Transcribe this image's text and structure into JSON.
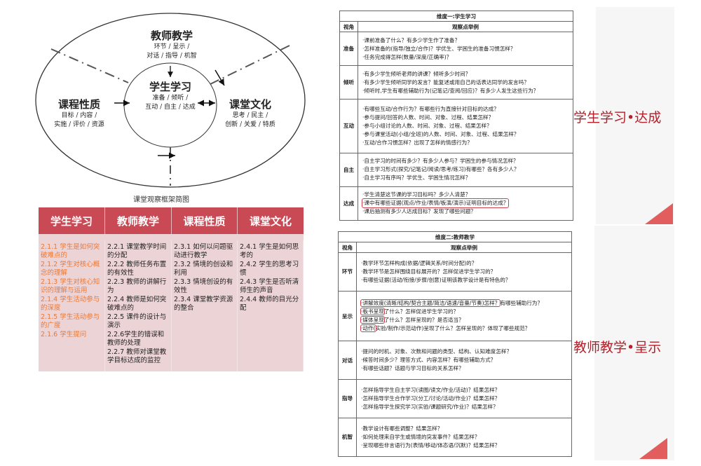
{
  "diagram": {
    "teacher": {
      "title": "教师教学",
      "line1": "环节 / 呈示 /",
      "line2": "对话 / 指导 / 机智"
    },
    "student": {
      "title": "学生学习",
      "line1": "准备 / 倾听 /",
      "line2": "互动 / 自主 / 达成"
    },
    "curriculum": {
      "title": "课程性质",
      "line1": "目标 / 内容 /",
      "line2": "实施 / 评价 / 资源"
    },
    "culture": {
      "title": "课堂文化",
      "line1": "思考 / 民主 /",
      "line2": "创新 / 关爱 / 特质"
    },
    "caption": "课堂观察框架简图"
  },
  "left_table": {
    "headers": [
      "学生学习",
      "教师教学",
      "课程性质",
      "课堂文化"
    ],
    "columns": [
      [
        "2.1.1 学生是如何突破难点的",
        "2.1.2 学生对核心概念的理解",
        "2.1.3 学生对核心知识的理解与运用",
        "2.1.4 学生活动参与的深度",
        "2.1.5 学生活动参与的广度",
        "2.1.6 学生提问"
      ],
      [
        "2.2.1 课堂教学时间的分配",
        "2.2.2 教师任务布置的有效性",
        "2.2.3 教师的讲解行为",
        "2.2.4 教师是如何突破难点的",
        "2.2.5 课件的设计与演示",
        "2.2.6学生的错误和教师的处理",
        "2.2.7 教师对课堂教学目标达成的监控"
      ],
      [
        "2.3.1 如何以问题驱动进行教学",
        "2.3.2 情境的创设和利用",
        "2.3.3 情境创设的有效性",
        "2.3.4 课堂教学资源的整合"
      ],
      [
        "2.4.1 学生是如何思考的",
        "2.4.2 学生的思考习惯",
        "2.4.3 学生是否听清师生的声音",
        "2.4.4 教师的目光分配"
      ]
    ]
  },
  "table1": {
    "title": "维度一:学生学习",
    "col1": "视角",
    "col2": "观察点举例",
    "rows": [
      {
        "k": "准备",
        "items": [
          "·课前准备了什么？有多少学生作了准备？",
          "·怎样准备的(指导/独立/合作)？学优生、学困生的准备习惯怎样？",
          "·任务完成得怎样(数量/深度/正确率)？"
        ]
      },
      {
        "k": "倾听",
        "items": [
          "·有多少学生倾听老师的讲课？倾听多少时间？",
          "·有多少学生倾听同学的发言？能复述或用自己的话表达同学的发言吗？",
          "·倾听时,学生有哪些辅助行为(记笔记/查阅/回应)？有多少人发生这些行为？"
        ]
      },
      {
        "k": "互动",
        "items": [
          "·有哪些互动/合作行为？有哪些行为直接针对目标的达成？",
          "·参与提问/回答的人数、时间、对象、过程、结果怎样？",
          "·参与小组讨论的人数、时间、对象、过程、结果怎样？",
          "·参与课堂活动(小组/全班)的人数、时间、对象、过程、结果怎样？",
          "·互动/合作习惯怎样？出现了怎样的情感行为？"
        ]
      },
      {
        "k": "自主",
        "items": [
          "·自主学习的时间有多少？有多少人参与？学困生的参与情况怎样？",
          "·自主学习形式(探究/记笔记/阅读/思考/练习)有哪些？各有多少人？",
          "·自主学习有序吗？学优生、学困生情况怎样？"
        ]
      },
      {
        "k": "达成",
        "items": [
          "·学生清楚这节课的学习目标吗？多少人清楚？",
          "·课中有哪些证据(观点/作业/表情/板演/演示)证明目标的达成？",
          "·课后抽测有多少人达成目标？发现了哪些问题？"
        ]
      }
    ]
  },
  "table2": {
    "title": "维度二:教师教学",
    "col1": "视角",
    "col2": "观察点举例",
    "rows": [
      {
        "k": "环节",
        "items": [
          "·教学环节怎样构成(依据/逻辑关系/时间分配)的？",
          "·教学环节是怎样围绕目标展开的？怎样促进学生学习的？",
          "·有哪些证据(活动/衔接/步骤/创意)证明该教学设计是有特色的？"
        ]
      },
      {
        "k": "呈示",
        "items": [
          "·讲解效度(清晰/结构/契合主题/简洁/语速/音量/节奏)怎样？",
          "有哪些辅助行为？",
          "·板书呈现",
          "了什么？怎样促进学生学习的？",
          "·媒体呈现",
          "了什么？怎样呈现的？是否适当？",
          "·动作(",
          "实验/制作/示范动作)呈现了什么？怎样呈现的？体现了哪些规范？"
        ]
      },
      {
        "k": "对话",
        "items": [
          "·提问的时机、对象、次数和问题的类型、结构、认知难度怎样？",
          "·候答时间多少？理答方式、内容怎样？有哪些辅助方式？",
          "·有哪些话题？话题与学习目标的关系怎样？"
        ]
      },
      {
        "k": "指导",
        "items": [
          "·怎样指导学生自主学习(读图/读文/作业/活动)？结果怎样？",
          "·怎样指导学生合作学习(分工/讨论/活动/作业)？结果怎样？",
          "·怎样指导学生探究学习(实验/课题研究/作业)？结果怎样？"
        ]
      },
      {
        "k": "机智",
        "items": [
          "·教学设计有哪些调整？结果怎样？",
          "·如何处理来自学生或情境的突发事件？结果怎样？",
          "·呈现哪些非言语行为(表情/移动/体态语/沉默)？结果怎样？"
        ]
      }
    ]
  },
  "side_labels": [
    "学生学习•达成",
    "教师教学•呈示"
  ],
  "colors": {
    "accent": "#c94a55",
    "orange": "#e87a3a",
    "side_text": "#b3202a"
  }
}
